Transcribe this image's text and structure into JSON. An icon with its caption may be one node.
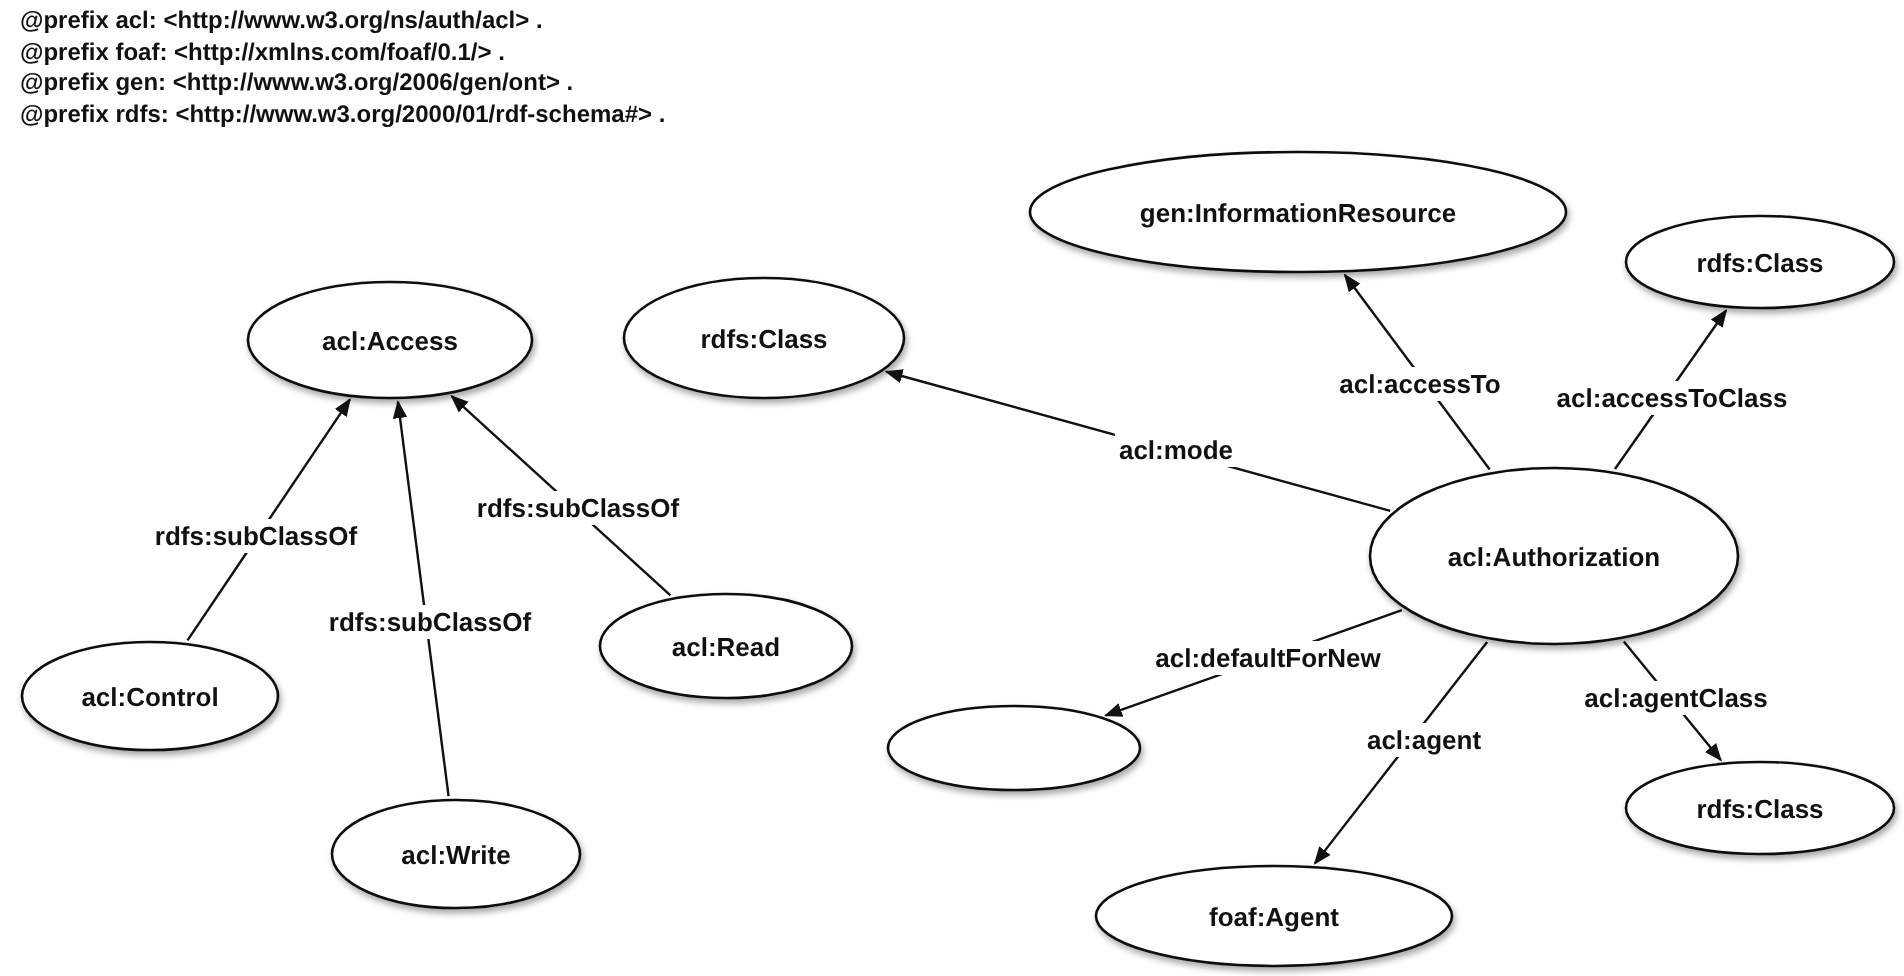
{
  "diagram": {
    "nodes": [
      {
        "text": [
          "acl:Access"
        ]
      },
      {
        "text": [
          "acl:Control"
        ]
      },
      {
        "text": [
          "acl:Write"
        ]
      },
      {
        "text": [
          "acl:Read"
        ]
      },
      {
        "text": [
          "rdfs:Class"
        ]
      },
      {
        "text": [
          "gen:InformationResource"
        ]
      },
      {
        "text": [
          "rdfs:Class"
        ]
      },
      {
        "text": [
          "acl:Authorization"
        ]
      },
      {
        "text": [],
        "shape": "ellipse"
      },
      {
        "text": [
          "foaf:Agent"
        ]
      },
      {
        "text": [
          "rdfs:Class"
        ]
      }
    ],
    "edges": [
      {
        "from": 1,
        "to": 0,
        "arrow": "to",
        "label": "rdfs:subClassOf"
      },
      {
        "from": 2,
        "to": 0,
        "arrow": "to",
        "label": "rdfs:subClassOf"
      },
      {
        "from": 3,
        "to": 0,
        "arrow": "to",
        "label": "rdfs:subClassOf"
      },
      {
        "from": 7,
        "to": 4,
        "arrow": "to",
        "label": "acl:mode"
      },
      {
        "from": 7,
        "to": 5,
        "arrow": "to",
        "label": "acl:accessTo"
      },
      {
        "from": 7,
        "to": 6,
        "arrow": "to",
        "label": "acl:accessToClass"
      },
      {
        "from": 7,
        "to": 8,
        "arrow": "to",
        "label": "acl:defaultForNew"
      },
      {
        "from": 7,
        "to": 9,
        "arrow": "to",
        "label": "acl:agent"
      },
      {
        "from": 7,
        "to": 10,
        "arrow": "to",
        "label": "acl:agentClass"
      }
    ],
    "labels": [
      "@prefix acl: <http://www.w3.org/ns/auth/acl> .",
      "@prefix foaf: <http://xmlns.com/foaf/0.1/> .",
      "@prefix gen: <http://www.w3.org/2006/gen/ont> .",
      "@prefix rdfs: <http://www.w3.org/2000/01/rdf-schema#> ."
    ]
  }
}
